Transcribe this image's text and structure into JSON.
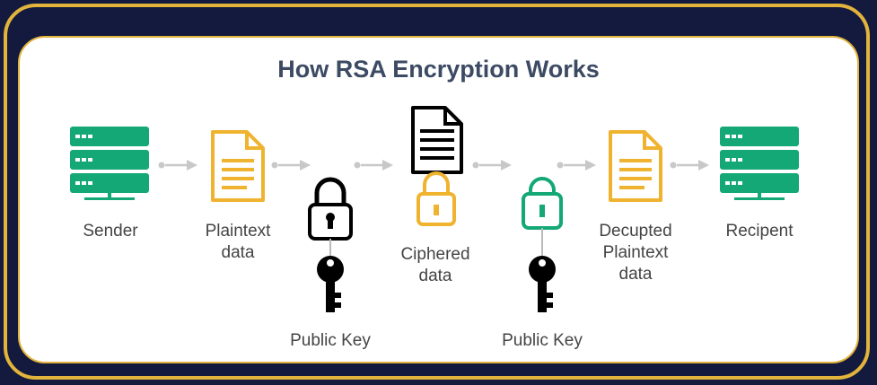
{
  "title": "How RSA Encryption Works",
  "nodes": {
    "sender": "Sender",
    "plaintext": "Plaintext\ndata",
    "ciphered": "Ciphered\ndata",
    "decrypted": "Decupted\nPlaintext\ndata",
    "recipient": "Recipent"
  },
  "keys": {
    "public_key_1": "Public Key",
    "public_key_2": "Public Key"
  },
  "colors": {
    "server": "#13a876",
    "document": "#efb32f",
    "arrow": "#c8c8c8",
    "frame": "#e2b43c",
    "background": "#141a3d"
  }
}
